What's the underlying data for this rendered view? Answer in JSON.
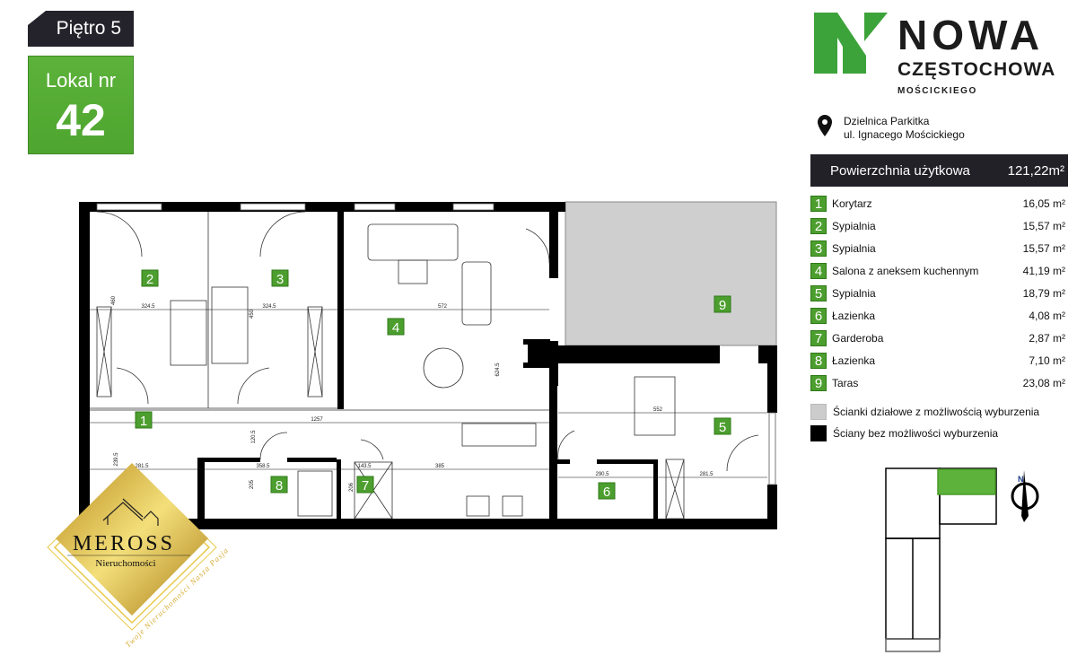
{
  "header": {
    "floor": "Piętro 5",
    "unit_label": "Lokal nr",
    "unit_number": "42"
  },
  "brand": {
    "line1": "NOWA",
    "line2": "CZĘSTOCHOWA",
    "line3": "MOŚCICKIEGO",
    "green": "#3ca33a"
  },
  "location": {
    "icon": "map-pin-icon",
    "line1": "Dzielnica Parkitka",
    "line2": "ul. Ignacego Mościckiego"
  },
  "total": {
    "label": "Powierzchnia użytkowa",
    "value": "121,22m²"
  },
  "rooms": [
    {
      "no": "1",
      "name": "Korytarz",
      "area": "16,05 m²"
    },
    {
      "no": "2",
      "name": "Sypialnia",
      "area": "15,57 m²"
    },
    {
      "no": "3",
      "name": "Sypialnia",
      "area": "15,57 m²"
    },
    {
      "no": "4",
      "name": "Salona z aneksem kuchennym",
      "area": "41,19 m²"
    },
    {
      "no": "5",
      "name": "Sypialnia",
      "area": "18,79 m²"
    },
    {
      "no": "6",
      "name": "Łazienka",
      "area": "4,08 m²"
    },
    {
      "no": "7",
      "name": "Garderoba",
      "area": "2,87 m²"
    },
    {
      "no": "8",
      "name": "Łazienka",
      "area": "7,10 m²"
    },
    {
      "no": "9",
      "name": "Taras",
      "area": "23,08 m²"
    }
  ],
  "legend": {
    "removable": "Ścianki działowe z możliwością wyburzenia",
    "fixed": "Ściany bez możliwości wyburzenia",
    "removable_color": "#cccccc",
    "fixed_color": "#000000"
  },
  "dimensions": {
    "d1": "324.5",
    "d2": "324.5",
    "d3": "572",
    "d4": "1257",
    "d5": "552",
    "d6": "281.5",
    "d7": "358.5",
    "d8": "143.5",
    "d9": "385",
    "d10": "290.5",
    "d11": "281.5",
    "v1": "460",
    "v2": "450",
    "v3": "624.5",
    "v4": "120.5",
    "v5": "239.5",
    "v6": "205",
    "v7": "206"
  },
  "compass": {
    "north": "N"
  },
  "watermark": {
    "name": "MEROSS",
    "sub": "Nieruchomości",
    "tagline": "Twoje Nieruchomości Nasza Pasja"
  }
}
